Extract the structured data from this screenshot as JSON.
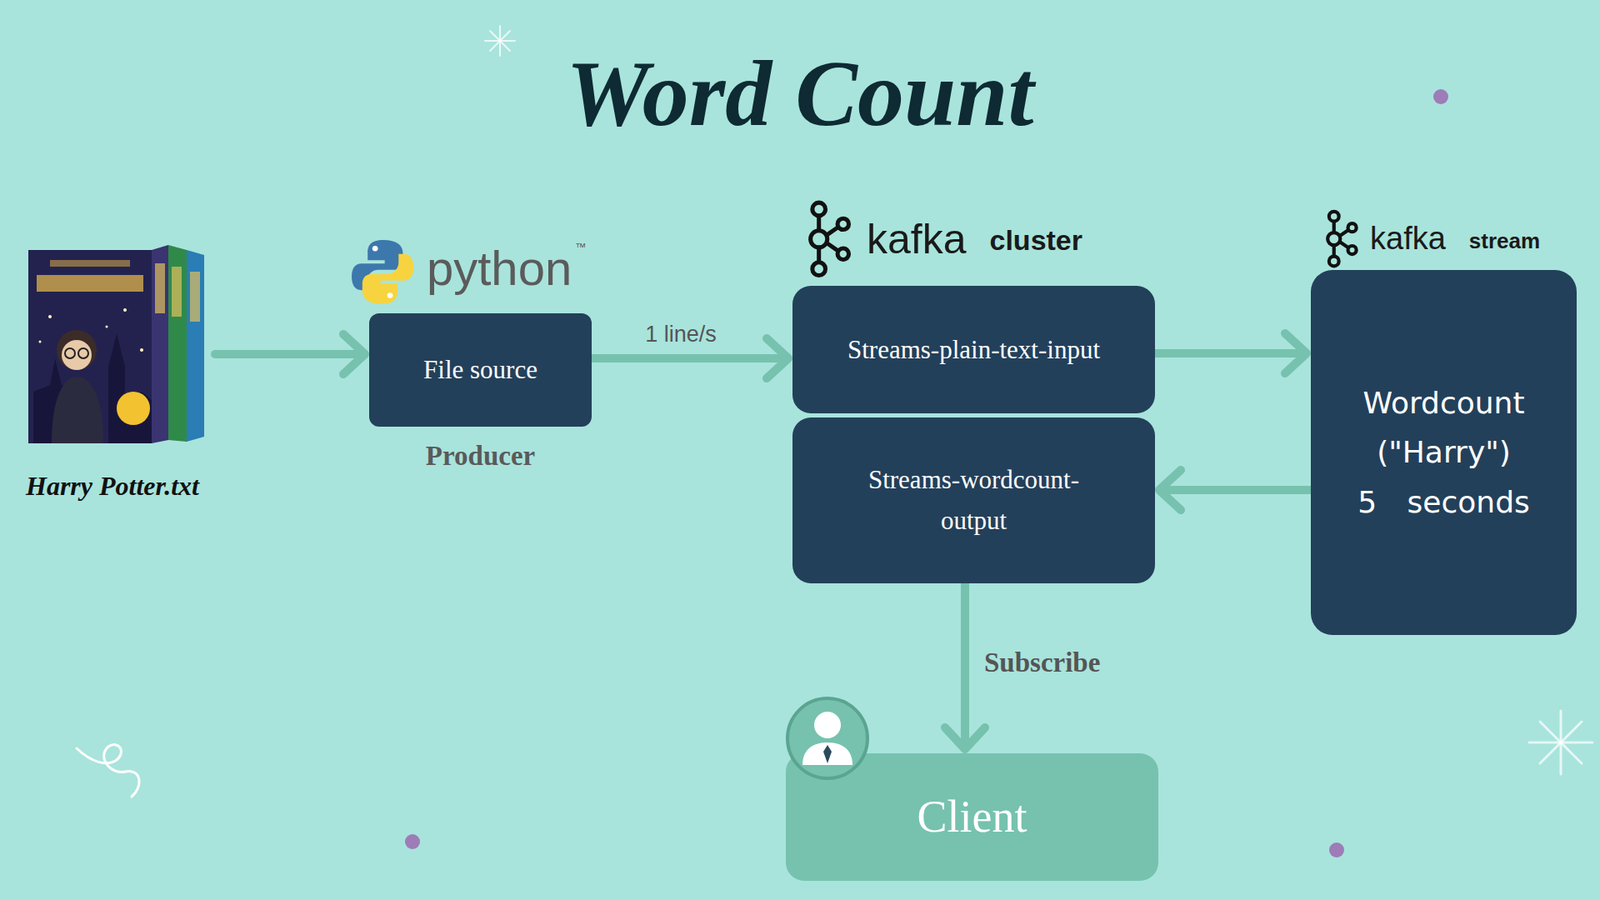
{
  "diagram": {
    "title": "Word Count",
    "nodes": [
      {
        "text": [
          "Harry Potter.txt"
        ]
      },
      {
        "text": [
          "File source",
          "Producer"
        ]
      },
      {
        "text": [
          "Streams-plain-text-input"
        ]
      },
      {
        "text": [
          "Streams-wordcount-output"
        ]
      },
      {
        "text": [
          "Wordcount (\"Harry\") 5 seconds"
        ]
      },
      {
        "text": [
          "Client"
        ]
      }
    ],
    "edges": [
      {
        "from": 0,
        "to": 1,
        "arrow": "to"
      },
      {
        "from": 1,
        "to": 2,
        "label": "1 line/s",
        "arrow": "to"
      },
      {
        "from": 2,
        "to": 4,
        "arrow": "to"
      },
      {
        "from": 4,
        "to": 3,
        "arrow": "to"
      },
      {
        "from": 3,
        "to": 5,
        "label": "Subscribe",
        "arrow": "to"
      }
    ],
    "labels": [
      "python",
      "™",
      "kafka",
      "cluster",
      "kafka",
      "stream"
    ]
  }
}
